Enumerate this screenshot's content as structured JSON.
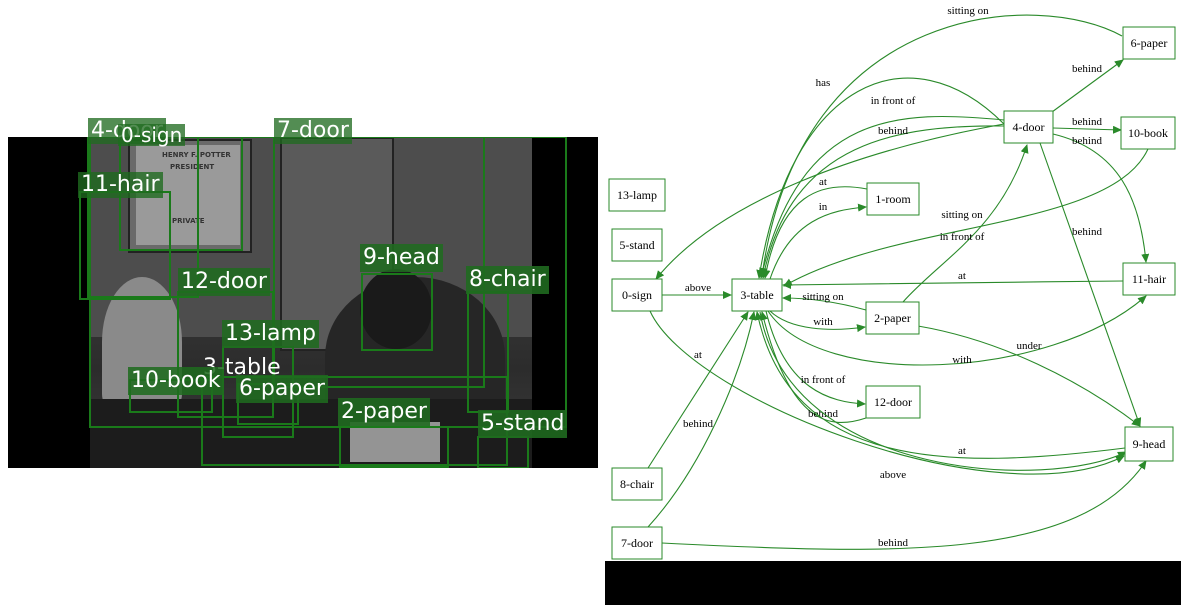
{
  "photo": {
    "door_glass_text": [
      "HENRY F. POTTER",
      "PRESIDENT",
      "PRIVATE"
    ],
    "boxes": [
      {
        "label": "4-door"
      },
      {
        "label": "0-sign"
      },
      {
        "label": "7-door"
      },
      {
        "label": "11-hair"
      },
      {
        "label": "9-head"
      },
      {
        "label": "12-door"
      },
      {
        "label": "8-chair"
      },
      {
        "label": "13-lamp"
      },
      {
        "label": "3-table"
      },
      {
        "label": "10-book"
      },
      {
        "label": "6-paper"
      },
      {
        "label": "2-paper"
      },
      {
        "label": "5-stand"
      },
      {
        "label": "1-room"
      }
    ],
    "colors": {
      "box": "#1a7a1a",
      "label_bg": "#1f6b1f",
      "label_text": "#ffffff"
    }
  },
  "graph": {
    "nodes": [
      {
        "id": "6-paper",
        "label": "6-paper"
      },
      {
        "id": "4-door",
        "label": "4-door"
      },
      {
        "id": "10-book",
        "label": "10-book"
      },
      {
        "id": "13-lamp",
        "label": "13-lamp"
      },
      {
        "id": "1-room",
        "label": "1-room"
      },
      {
        "id": "5-stand",
        "label": "5-stand"
      },
      {
        "id": "0-sign",
        "label": "0-sign"
      },
      {
        "id": "3-table",
        "label": "3-table"
      },
      {
        "id": "11-hair",
        "label": "11-hair"
      },
      {
        "id": "2-paper",
        "label": "2-paper"
      },
      {
        "id": "12-door",
        "label": "12-door"
      },
      {
        "id": "9-head",
        "label": "9-head"
      },
      {
        "id": "8-chair",
        "label": "8-chair"
      },
      {
        "id": "7-door",
        "label": "7-door"
      }
    ],
    "edges": [
      {
        "from": "6-paper",
        "to": "3-table",
        "label": "sitting on"
      },
      {
        "from": "4-door",
        "to": "6-paper",
        "label": "behind"
      },
      {
        "from": "4-door",
        "to": "3-table",
        "label": "has"
      },
      {
        "from": "4-door",
        "to": "3-table",
        "label": "in front of"
      },
      {
        "from": "4-door",
        "to": "3-table",
        "label": "behind"
      },
      {
        "from": "4-door",
        "to": "10-book",
        "label": "behind"
      },
      {
        "from": "4-door",
        "to": "11-hair",
        "label": "behind"
      },
      {
        "from": "4-door",
        "to": "9-head",
        "label": "behind"
      },
      {
        "from": "4-door",
        "to": "0-sign",
        "label": ""
      },
      {
        "from": "1-room",
        "to": "3-table",
        "label": "at"
      },
      {
        "from": "3-table",
        "to": "1-room",
        "label": "in"
      },
      {
        "from": "10-book",
        "to": "3-table",
        "label": "sitting on"
      },
      {
        "from": "2-paper",
        "to": "4-door",
        "label": "in front of"
      },
      {
        "from": "0-sign",
        "to": "3-table",
        "label": "above"
      },
      {
        "from": "11-hair",
        "to": "3-table",
        "label": "at"
      },
      {
        "from": "2-paper",
        "to": "3-table",
        "label": "sitting on"
      },
      {
        "from": "3-table",
        "to": "2-paper",
        "label": "with"
      },
      {
        "from": "3-table",
        "to": "11-hair",
        "label": "with"
      },
      {
        "from": "2-paper",
        "to": "9-head",
        "label": "under"
      },
      {
        "from": "0-sign",
        "to": "9-head",
        "label": "at"
      },
      {
        "from": "3-table",
        "to": "12-door",
        "label": "in front of"
      },
      {
        "from": "12-door",
        "to": "3-table",
        "label": "behind"
      },
      {
        "from": "9-head",
        "to": "3-table",
        "label": "at"
      },
      {
        "from": "3-table",
        "to": "9-head",
        "label": "above"
      },
      {
        "from": "8-chair",
        "to": "3-table",
        "label": "behind"
      },
      {
        "from": "7-door",
        "to": "3-table",
        "label": ""
      },
      {
        "from": "7-door",
        "to": "9-head",
        "label": "behind"
      }
    ],
    "colors": {
      "edge": "#2a8a2a",
      "node_border": "#2a8a2a",
      "text": "#000000"
    }
  }
}
